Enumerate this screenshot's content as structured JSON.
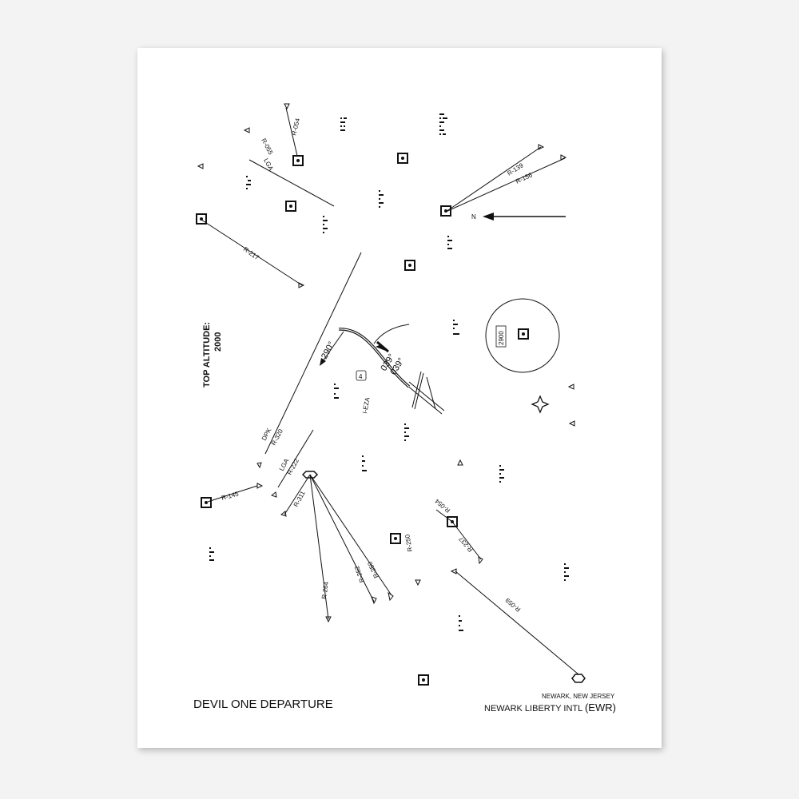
{
  "chart_title": "DEVIL ONE DEPARTURE",
  "location": "NEWARK, NEW JERSEY",
  "airport": "NEWARK LIBERTY INTL",
  "airport_code": "(EWR)",
  "top_altitude_label": "TOP ALTITUDE:",
  "top_altitude_value": "2000",
  "north_label": "N",
  "msa_altitude": "2900",
  "localizer": "I-EZA",
  "runway_number": "4",
  "headings": {
    "left_turn": "290°",
    "runway_fwd": "039°",
    "runway_back": "039°"
  },
  "radials": {
    "r054_top": "R-054",
    "lga_top": "LGA",
    "r055": "R-055",
    "r139": "R-139",
    "r156": "R-156",
    "r217": "R-217",
    "dpk": "DPK",
    "r320": "R-320",
    "lga_mid": "LGA",
    "r222": "R-222",
    "r145": "R-145",
    "r311": "R-311",
    "r264": "R-264",
    "r252": "R-252",
    "r250a": "R-250",
    "r250b": "R-250",
    "r054_low": "R-054",
    "r237": "R-237",
    "r059": "R-059"
  }
}
